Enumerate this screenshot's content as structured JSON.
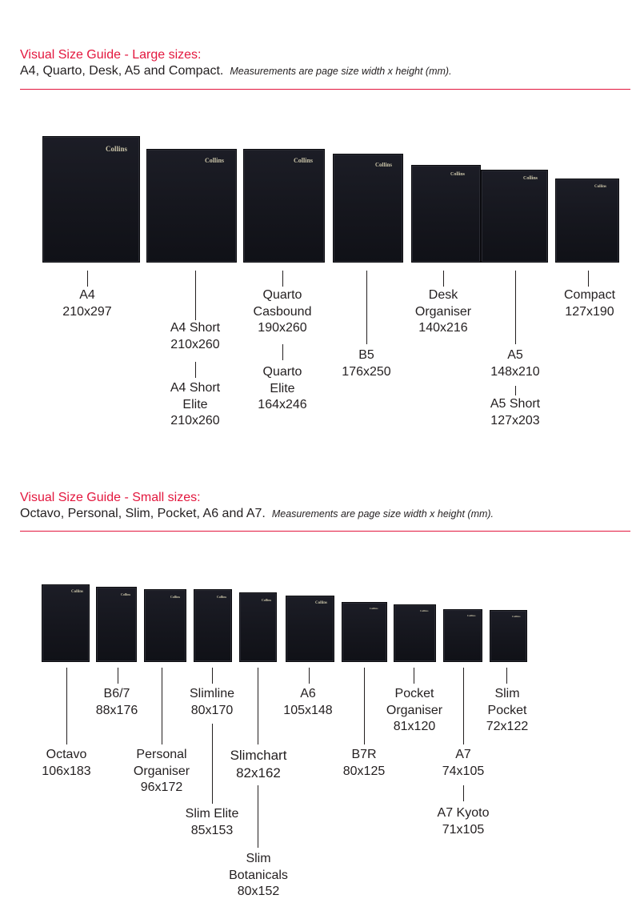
{
  "large": {
    "title": "Visual Size Guide - Large sizes:",
    "subtitle": "A4, Quarto, Desk, A5 and Compact.",
    "note": "Measurements are page size width x height (mm).",
    "brand": "Collins",
    "labels": {
      "a4": [
        "A4",
        "210x297"
      ],
      "a4_short": [
        "A4 Short",
        "210x260"
      ],
      "a4_short_elite": [
        "A4 Short",
        "Elite",
        "210x260"
      ],
      "quarto_casbound": [
        "Quarto",
        "Casbound",
        "190x260"
      ],
      "quarto_elite": [
        "Quarto",
        "Elite",
        "164x246"
      ],
      "b5": [
        "B5",
        "176x250"
      ],
      "desk_organiser": [
        "Desk",
        "Organiser",
        "140x216"
      ],
      "a5": [
        "A5",
        "148x210"
      ],
      "a5_short": [
        "A5 Short",
        "127x203"
      ],
      "compact": [
        "Compact",
        "127x190"
      ]
    }
  },
  "small": {
    "title": "Visual Size Guide - Small sizes:",
    "subtitle": "Octavo, Personal, Slim, Pocket, A6 and A7.",
    "note": "Measurements are page size width x height (mm).",
    "brand": "Collins",
    "labels": {
      "octavo": [
        "Octavo",
        "106x183"
      ],
      "b6_7": [
        "B6/7",
        "88x176"
      ],
      "personal_organiser": [
        "Personal",
        "Organiser",
        "96x172"
      ],
      "slimline": [
        "Slimline",
        "80x170"
      ],
      "slim_elite": [
        "Slim Elite",
        "85x153"
      ],
      "slimchart": [
        "Slimchart",
        "82x162"
      ],
      "slim_botanicals": [
        "Slim",
        "Botanicals",
        "80x152"
      ],
      "a6": [
        "A6",
        "105x148"
      ],
      "b7r": [
        "B7R",
        "80x125"
      ],
      "pocket_organiser": [
        "Pocket",
        "Organiser",
        "81x120"
      ],
      "a7": [
        "A7",
        "74x105"
      ],
      "a7_kyoto": [
        "A7 Kyoto",
        "71x105"
      ],
      "slim_pocket": [
        "Slim",
        "Pocket",
        "72x122"
      ]
    }
  }
}
